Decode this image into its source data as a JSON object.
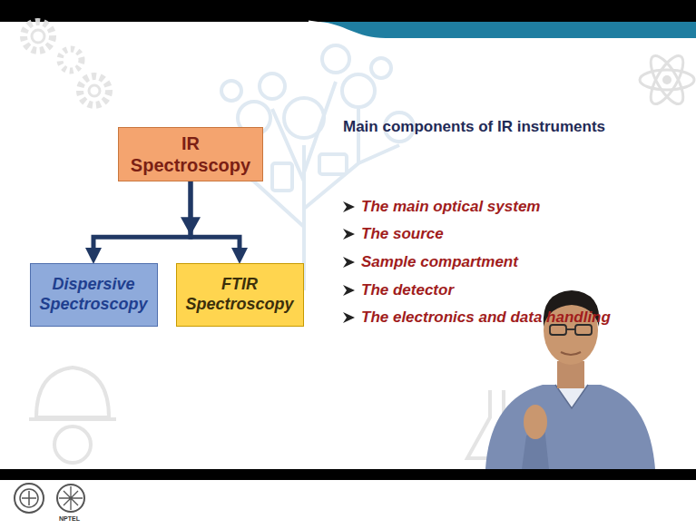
{
  "diagram": {
    "nodes": [
      {
        "text": [
          "IR Spectroscopy"
        ]
      },
      {
        "text": [
          "Dispersive Spectroscopy"
        ]
      },
      {
        "text": [
          "FTIR Spectroscopy"
        ]
      }
    ],
    "edges": [
      {
        "from": 0,
        "to": 1,
        "arrow": "to"
      },
      {
        "from": 0,
        "to": 2,
        "arrow": "to"
      }
    ],
    "labels": [
      "Main components of IR instruments",
      "The main optical system",
      "The source",
      "Sample compartment",
      "The detector",
      "The electronics and data handling",
      "NPTEL"
    ]
  }
}
